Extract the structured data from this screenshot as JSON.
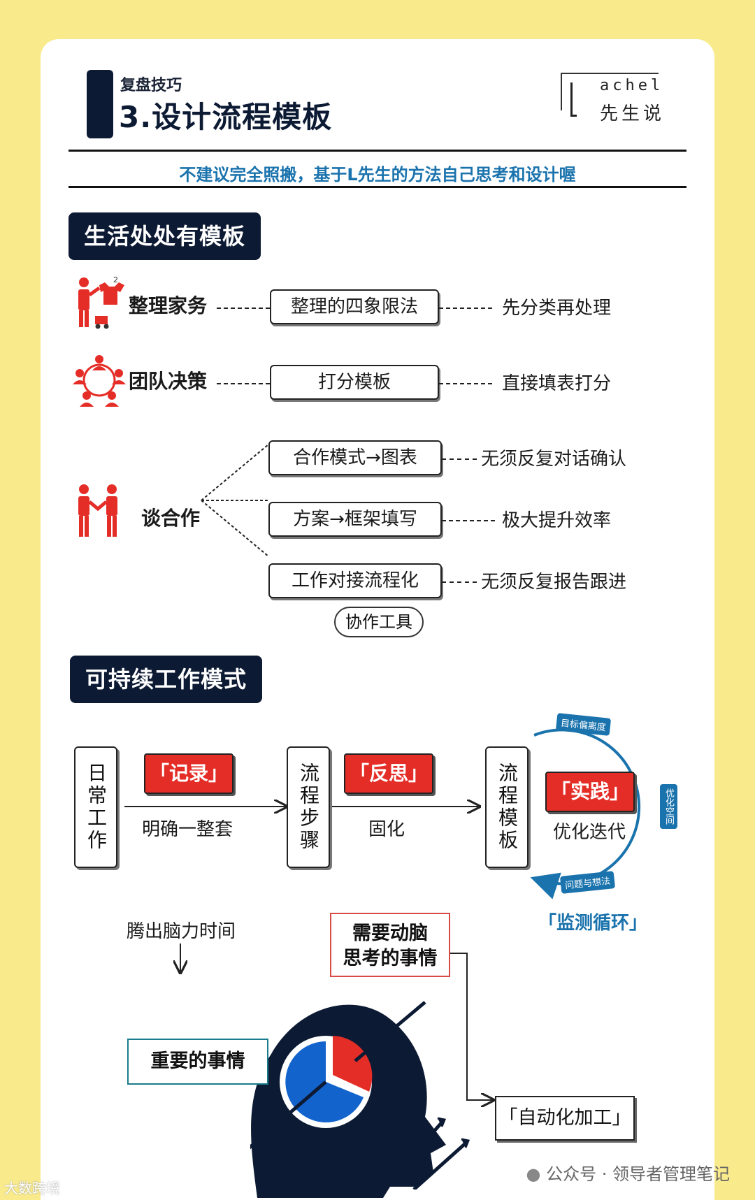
{
  "header": {
    "eyebrow": "复盘技巧",
    "title": "3.设计流程模板",
    "logo_small": "achel",
    "logo_big": "先生说",
    "subtitle": "不建议完全照搬，基于L先生的方法自己思考和设计喔"
  },
  "section1": {
    "title": "生活处处有模板",
    "rows": [
      {
        "label": "整理家务",
        "box": "整理的四象限法",
        "result": "先分类再处理",
        "icon": "housework-icon"
      },
      {
        "label": "团队决策",
        "box": "打分模板",
        "result": "直接填表打分",
        "icon": "team-icon"
      }
    ],
    "coop": {
      "label": "谈合作",
      "icon": "handshake-icon",
      "items": [
        {
          "box": "合作模式→图表",
          "result": "无须反复对话确认"
        },
        {
          "box": "方案→框架填写",
          "result": "极大提升效率"
        },
        {
          "box": "工作对接流程化",
          "result": "无须反复报告跟进"
        }
      ],
      "tool": "协作工具"
    }
  },
  "section2": {
    "title": "可持续工作模式",
    "stage1": "日常工作",
    "step1_tag": "「记录」",
    "step1_caption": "明确一整套",
    "stage2": "流程步骤",
    "step2_tag": "「反思」",
    "step2_caption": "固化",
    "stage3": "流程模板",
    "step3_tag": "「实践」",
    "step3_caption": "优化迭代",
    "cycle_top": "目标偏离度",
    "cycle_right": "优化空间",
    "cycle_bottom": "问题与想法",
    "cycle_label": "「监测循环」"
  },
  "brain": {
    "free_time": "腾出脑力时间",
    "important": "重要的事情",
    "thinking_line1": "需要动脑",
    "thinking_line2": "思考的事情",
    "auto": "「自动化加工」"
  },
  "footer": {
    "account": "公众号 · 领导者管理笔记",
    "watermark": "大数跨境"
  },
  "colors": {
    "navy": "#0d1a33",
    "red": "#e52d27",
    "blue": "#1a73ad",
    "background": "#f9ea8c"
  }
}
